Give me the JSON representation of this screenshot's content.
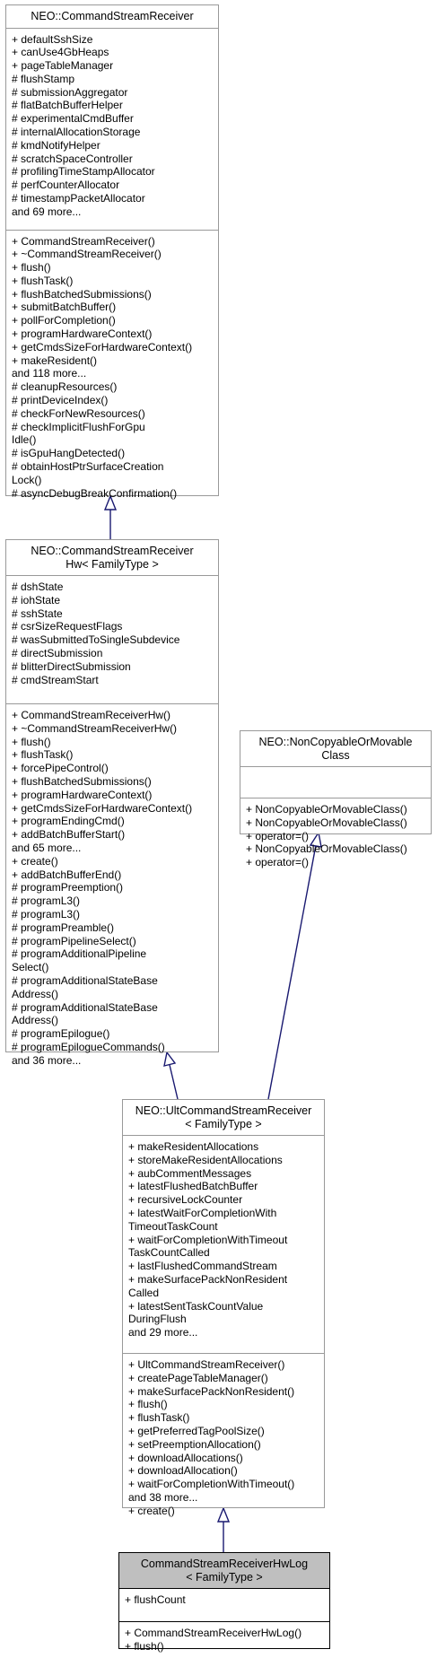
{
  "classes": {
    "csr": {
      "name": [
        "NEO::CommandStreamReceiver"
      ],
      "attributes": [
        "+ defaultSshSize",
        "+ canUse4GbHeaps",
        "+ pageTableManager",
        "# flushStamp",
        "# submissionAggregator",
        "# flatBatchBufferHelper",
        "# experimentalCmdBuffer",
        "# internalAllocationStorage",
        "# kmdNotifyHelper",
        "# scratchSpaceController",
        "# profilingTimeStampAllocator",
        "# perfCounterAllocator",
        "# timestampPacketAllocator",
        "and 69 more..."
      ],
      "methods": [
        "+ CommandStreamReceiver()",
        "+ ~CommandStreamReceiver()",
        "+ flush()",
        "+ flushTask()",
        "+ flushBatchedSubmissions()",
        "+ submitBatchBuffer()",
        "+ pollForCompletion()",
        "+ programHardwareContext()",
        "+ getCmdsSizeForHardwareContext()",
        "+ makeResident()",
        "and 118 more...",
        "# cleanupResources()",
        "# printDeviceIndex()",
        "# checkForNewResources()",
        "# checkImplicitFlushForGpu",
        "Idle()",
        "# isGpuHangDetected()",
        "# obtainHostPtrSurfaceCreation",
        "Lock()",
        "# asyncDebugBreakConfirmation()"
      ]
    },
    "csrhw": {
      "name": [
        "NEO::CommandStreamReceiver",
        "Hw< FamilyType >"
      ],
      "attributes": [
        "# dshState",
        "# iohState",
        "# sshState",
        "# csrSizeRequestFlags",
        "# wasSubmittedToSingleSubdevice",
        "# directSubmission",
        "# blitterDirectSubmission",
        "# cmdStreamStart"
      ],
      "methods": [
        "+ CommandStreamReceiverHw()",
        "+ ~CommandStreamReceiverHw()",
        "+ flush()",
        "+ flushTask()",
        "+ forcePipeControl()",
        "+ flushBatchedSubmissions()",
        "+ programHardwareContext()",
        "+ getCmdsSizeForHardwareContext()",
        "+ programEndingCmd()",
        "+ addBatchBufferStart()",
        "and 65 more...",
        "+ create()",
        "+ addBatchBufferEnd()",
        "# programPreemption()",
        "# programL3()",
        "# programL3()",
        "# programPreamble()",
        "# programPipelineSelect()",
        "# programAdditionalPipeline",
        "Select()",
        "# programAdditionalStateBase",
        "Address()",
        "# programAdditionalStateBase",
        "Address()",
        "# programEpilogue()",
        "# programEpilogueCommands()",
        "and 36 more..."
      ]
    },
    "noncopy": {
      "name": [
        "NEO::NonCopyableOrMovable",
        "Class"
      ],
      "attributes": [],
      "methods": [
        "+ NonCopyableOrMovableClass()",
        "+ NonCopyableOrMovableClass()",
        "+ operator=()",
        "+ NonCopyableOrMovableClass()",
        "+ operator=()"
      ]
    },
    "ultcsr": {
      "name": [
        "NEO::UltCommandStreamReceiver",
        "< FamilyType >"
      ],
      "attributes": [
        "+ makeResidentAllocations",
        "+ storeMakeResidentAllocations",
        "+ aubCommentMessages",
        "+ latestFlushedBatchBuffer",
        "+ recursiveLockCounter",
        "+ latestWaitForCompletionWith",
        "TimeoutTaskCount",
        "+ waitForCompletionWithTimeout",
        "TaskCountCalled",
        "+ lastFlushedCommandStream",
        "+ makeSurfacePackNonResident",
        "Called",
        "+ latestSentTaskCountValue",
        "DuringFlush",
        "and 29 more..."
      ],
      "methods": [
        "+ UltCommandStreamReceiver()",
        "+ createPageTableManager()",
        "+ makeSurfacePackNonResident()",
        "+ flush()",
        "+ flushTask()",
        "+ getPreferredTagPoolSize()",
        "+ setPreemptionAllocation()",
        "+ downloadAllocations()",
        "+ downloadAllocation()",
        "+ waitForCompletionWithTimeout()",
        "and 38 more...",
        "+ create()"
      ]
    },
    "hwlog": {
      "name": [
        "CommandStreamReceiverHwLog",
        "< FamilyType >"
      ],
      "attributes": [
        "+ flushCount"
      ],
      "methods": [
        "+ CommandStreamReceiverHwLog()",
        "+ flush()"
      ]
    }
  }
}
